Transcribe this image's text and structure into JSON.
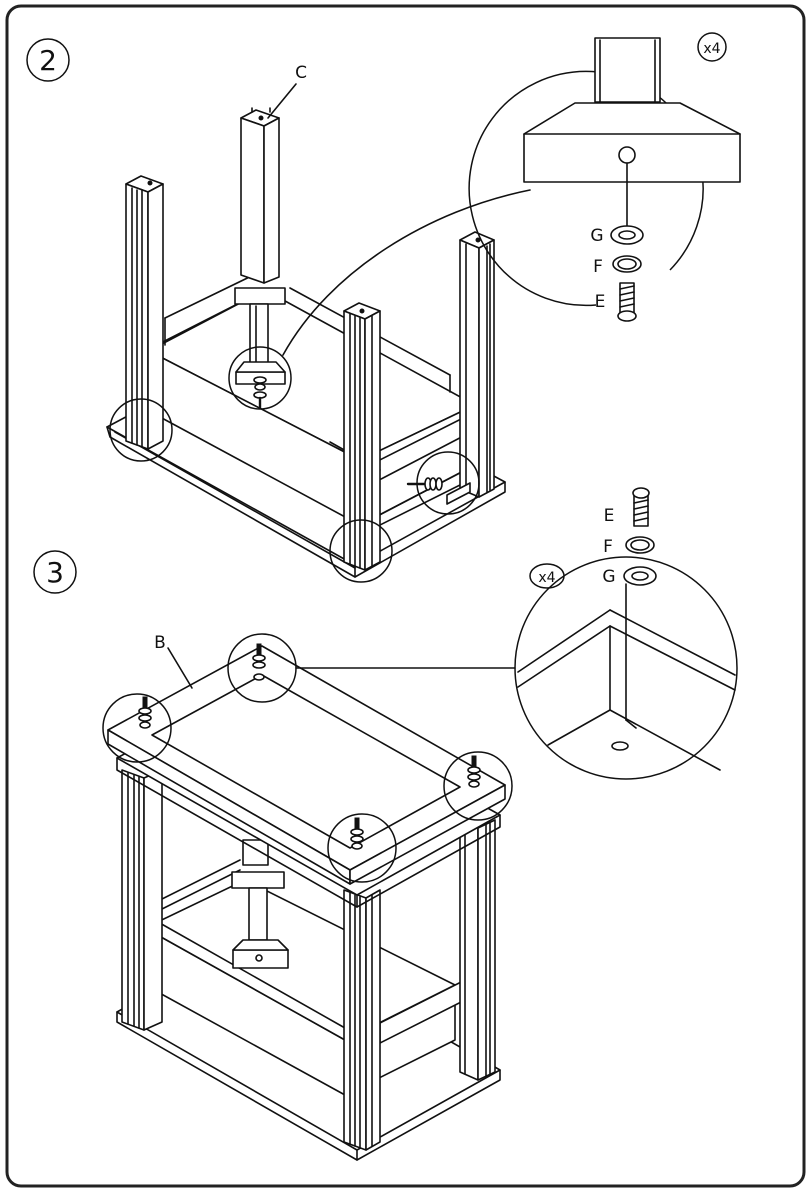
{
  "steps": [
    {
      "number": "2",
      "part_callout": "C",
      "detail_quantity": "x4",
      "hardware": [
        {
          "letter": "G",
          "item": "flat washer"
        },
        {
          "letter": "F",
          "item": "split lock washer"
        },
        {
          "letter": "E",
          "item": "bolt"
        }
      ]
    },
    {
      "number": "3",
      "part_callout": "B",
      "detail_quantity": "x4",
      "hardware": [
        {
          "letter": "E",
          "item": "bolt"
        },
        {
          "letter": "F",
          "item": "split lock washer"
        },
        {
          "letter": "G",
          "item": "flat washer"
        }
      ]
    }
  ],
  "icons": [
    "step-number-circle",
    "magnifier-detail-circle",
    "bolt-icon",
    "lock-washer-icon",
    "flat-washer-icon"
  ],
  "colors": {
    "line": "#111111",
    "paper": "#ffffff",
    "frame": "#222222"
  }
}
